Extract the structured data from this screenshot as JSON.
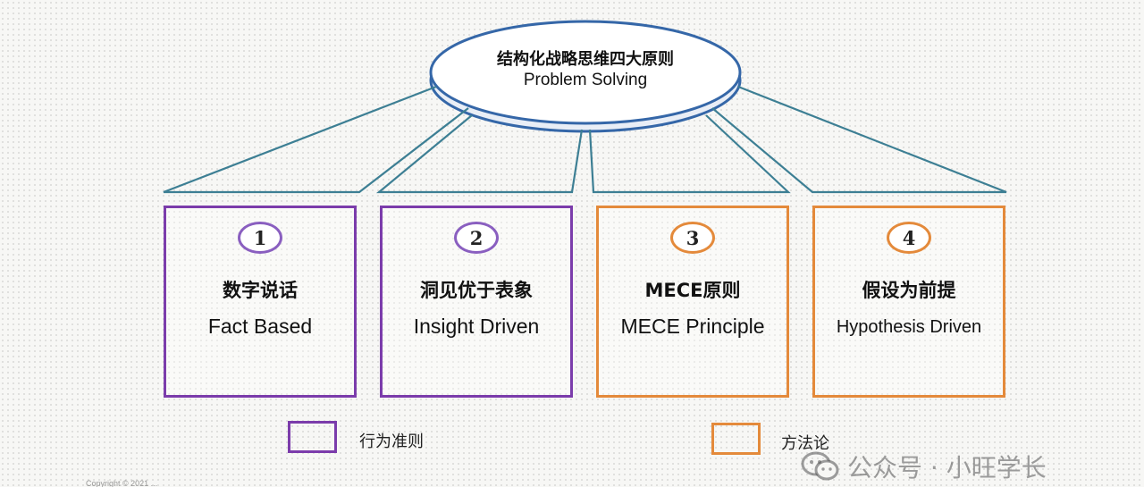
{
  "diagram": {
    "root": {
      "title_cn": "结构化战略思维四大原则",
      "title_en": "Problem Solving"
    },
    "pillars": [
      {
        "number": "1",
        "cn": "数字说话",
        "en": "Fact Based",
        "category": "behavior"
      },
      {
        "number": "2",
        "cn": "洞见优于表象",
        "en": "Insight Driven",
        "category": "behavior"
      },
      {
        "number": "3",
        "cn": "MECE原则",
        "en": "MECE Principle",
        "category": "method"
      },
      {
        "number": "4",
        "cn": "假设为前提",
        "en": "Hypothesis Driven",
        "category": "method"
      }
    ],
    "legend": [
      {
        "label": "行为准则",
        "color": "#7b3cab"
      },
      {
        "label": "方法论",
        "color": "#e48a3b"
      }
    ],
    "colors": {
      "behavior": "#7b3cab",
      "method": "#e48a3b",
      "connector": "#3d7f94",
      "ellipse_border": "#3567a8"
    }
  },
  "watermark": {
    "text": "公众号 · 小旺学长",
    "icon": "wechat-icon"
  },
  "footer": {
    "text": "Copyright © 2021 ..."
  }
}
